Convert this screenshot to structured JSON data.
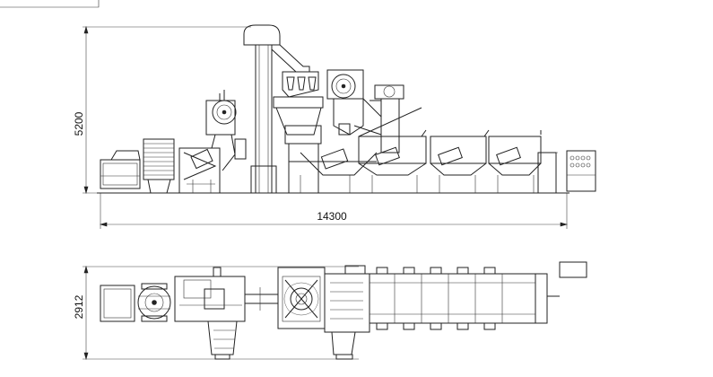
{
  "drawing": {
    "views": [
      {
        "name": "elevation",
        "dimensions": {
          "height": "5200",
          "length": "14300"
        }
      },
      {
        "name": "plan",
        "dimensions": {
          "width": "2912"
        }
      }
    ]
  }
}
